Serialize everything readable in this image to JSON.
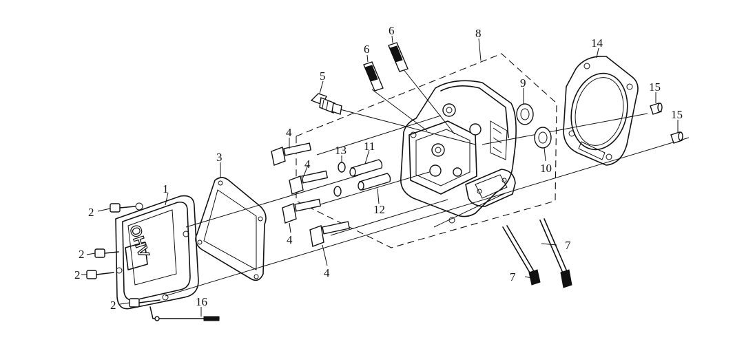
{
  "callouts": [
    "1",
    "2",
    "2",
    "2",
    "2",
    "3",
    "4",
    "4",
    "4",
    "4",
    "5",
    "6",
    "6",
    "7",
    "7",
    "8",
    "9",
    "10",
    "11",
    "12",
    "13",
    "14",
    "15",
    "15",
    "16"
  ],
  "cover_lettering": "OHV",
  "colors": {
    "ink": "#111111",
    "background": "#ffffff"
  }
}
